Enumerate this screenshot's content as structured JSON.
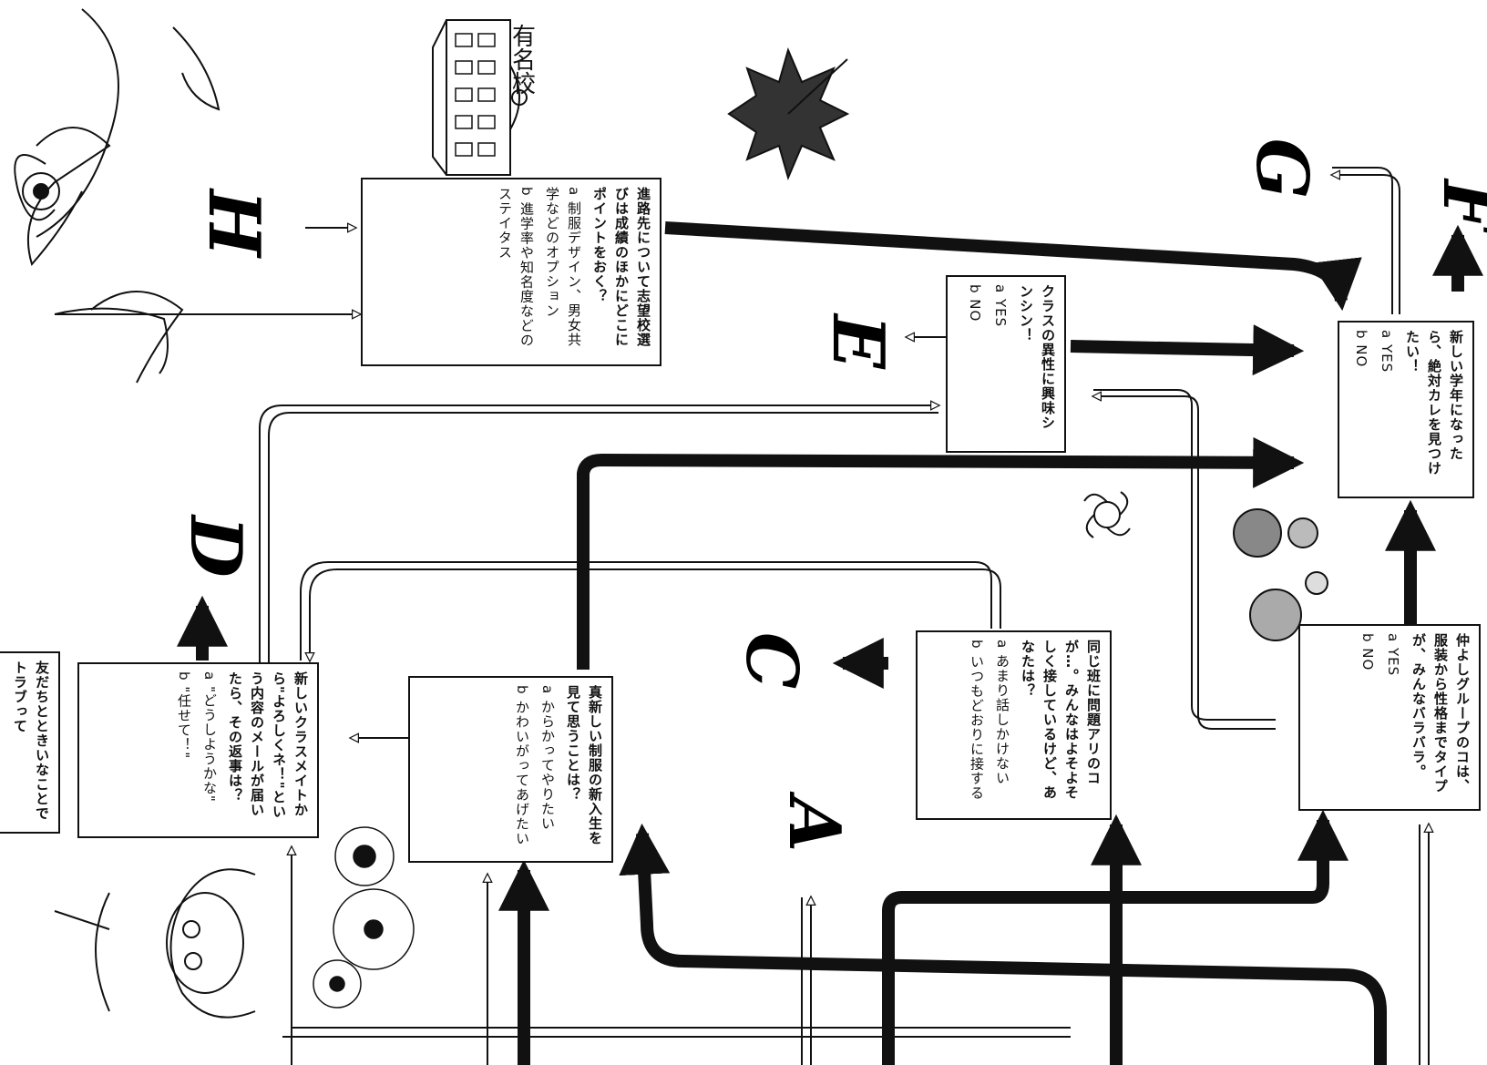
{
  "questions": {
    "q_new_grade": {
      "question": "新しい学年になったら、絶対カレを見つけたい！",
      "a": "a YES",
      "b": "b NO"
    },
    "q_class_opposite_sex": {
      "question": "クラスの異性に興味シンシン！",
      "a": "a YES",
      "b": "b NO"
    },
    "q_school_choice": {
      "question": "進路先について志望校選びは成績のほかにどこにポイントをおく？",
      "a": "a 制服デザイン、男女共学などのオプション",
      "b": "b 進学率や知名度などのステイタス"
    },
    "q_friend_group": {
      "question": "仲よしグループのコは、服装から性格までタイプが、みんなバラバラ。",
      "a": "a YES",
      "b": "b NO"
    },
    "q_problem_classmate": {
      "question": "同じ班に問題アリのコが…。みんなはよそよそしく接しているけど、あなたは？",
      "a": "a あまり話しかけない",
      "b": "b いつもどおりに接する"
    },
    "q_new_uniform": {
      "question": "真新しい制服の新入生を見て思うことは？",
      "a": "a からかってやりたい",
      "b": "b かわいがってあげたい"
    },
    "q_new_classmate_mail": {
      "question": "新しいクラスメイトから\"よろしくネ！\"という内容のメールが届いたら、その返事は？",
      "a": "a \"どうしようかな\"",
      "b": "b \"任せて！\""
    },
    "q_cutoff": {
      "question": "友だちとときいなことでトラブって"
    }
  },
  "results": {
    "A": "A",
    "C": "C",
    "D": "D",
    "E": "E",
    "F": "F",
    "G": "G",
    "H": "H"
  },
  "school_label": "有名校",
  "colors": {
    "ink": "#111111",
    "paper": "#ffffff"
  }
}
